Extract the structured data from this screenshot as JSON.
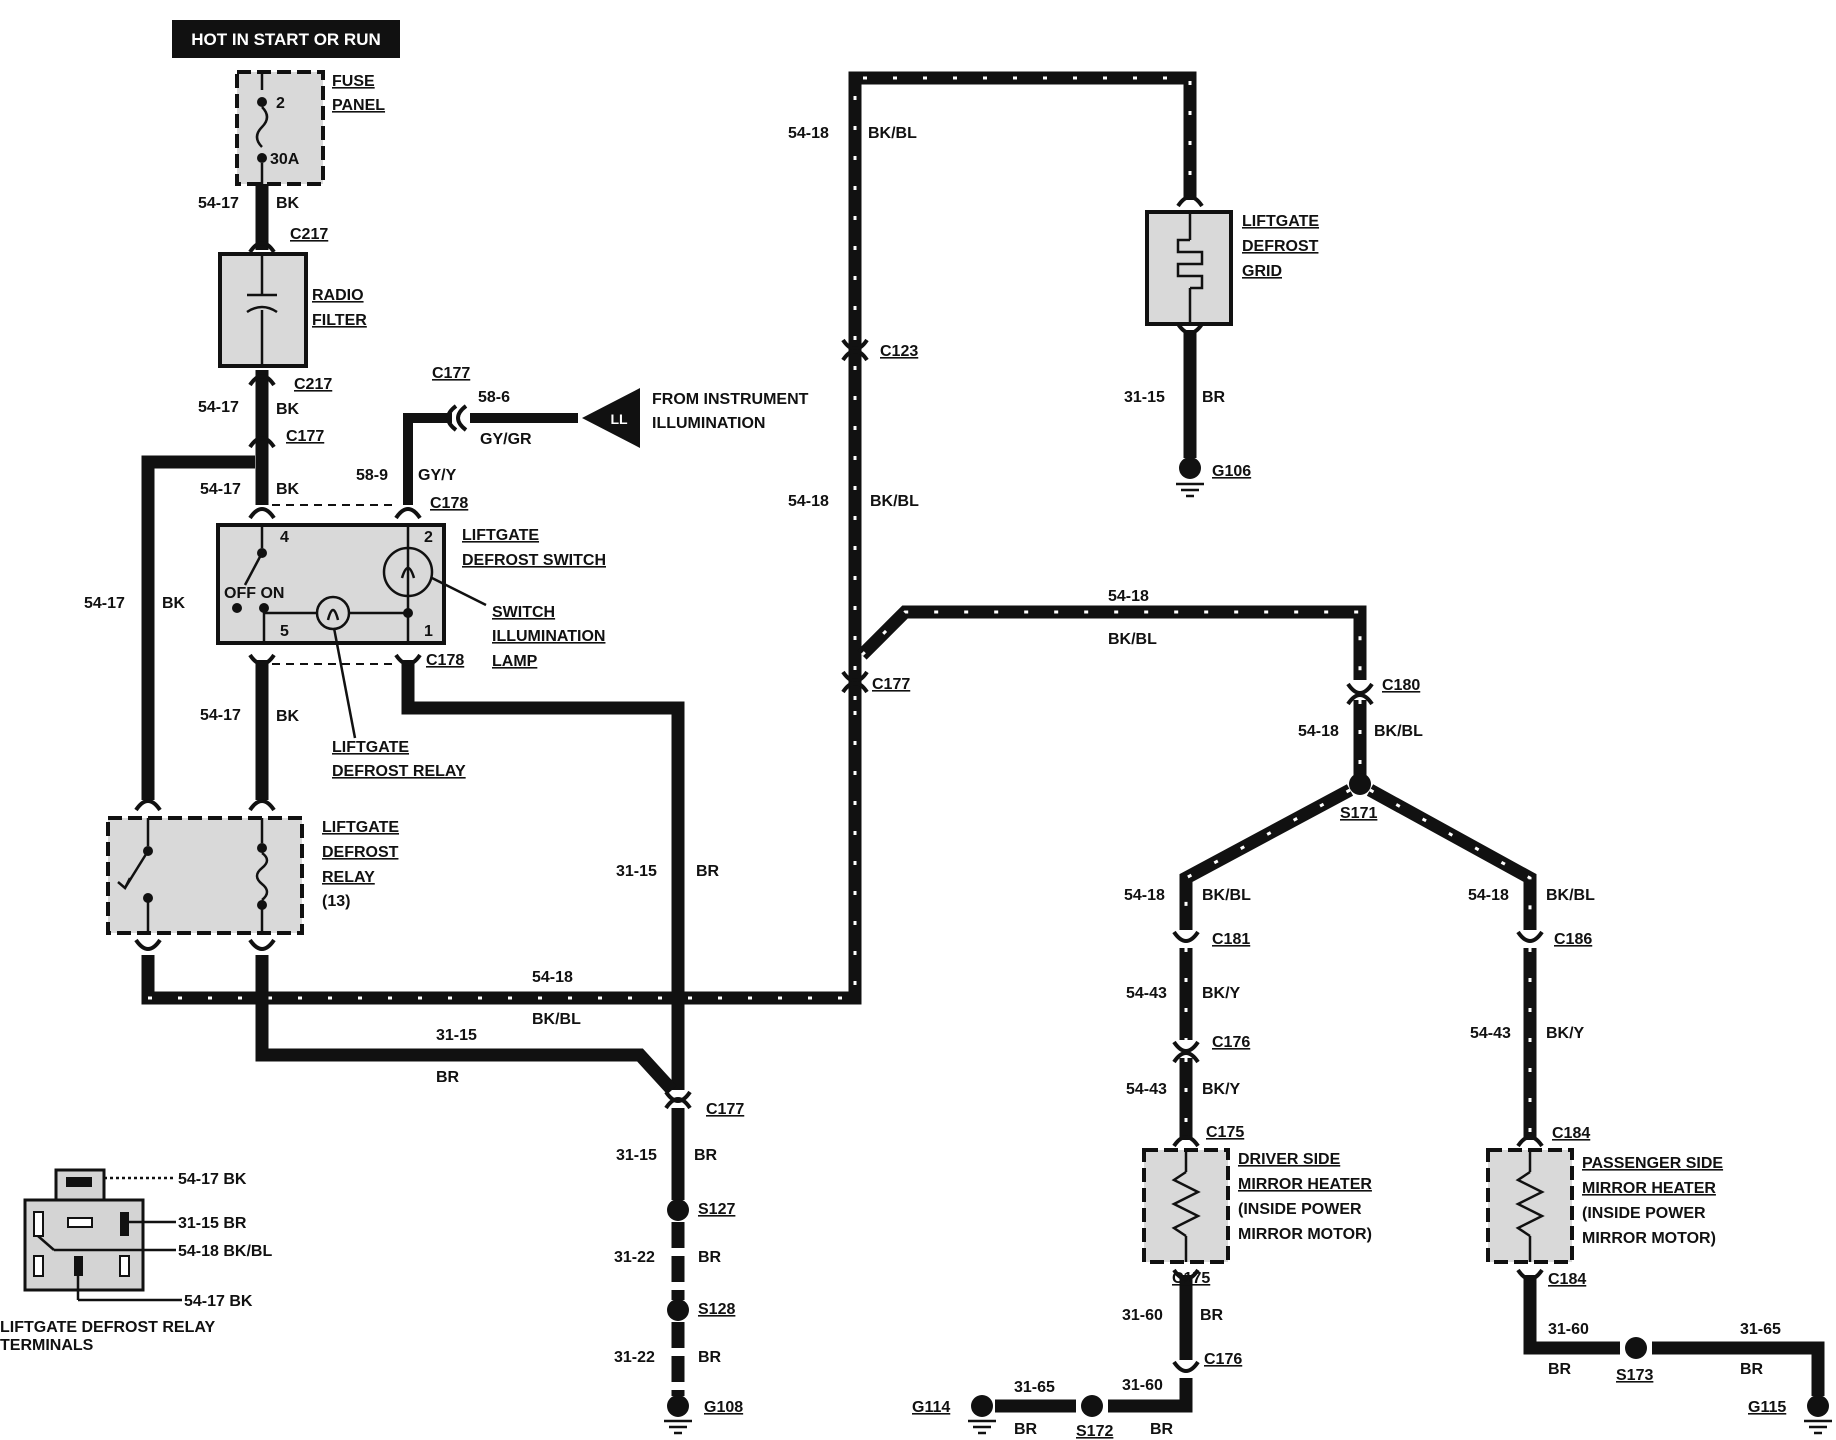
{
  "header": {
    "text": "HOT IN START OR RUN"
  },
  "components": {
    "fuse_panel": [
      "FUSE",
      "PANEL"
    ],
    "fuse_pin": "2",
    "fuse_rating": "30A",
    "radio_filter": [
      "RADIO",
      "FILTER"
    ],
    "switch": [
      "LIFTGATE",
      "DEFROST SWITCH"
    ],
    "switch_lamp": [
      "SWITCH",
      "ILLUMINATION",
      "LAMP"
    ],
    "switch_relay_callout": [
      "LIFTGATE",
      "DEFROST RELAY"
    ],
    "switch_pins": {
      "p4": "4",
      "p2": "2",
      "p5": "5",
      "p1": "1"
    },
    "switch_off_on": "OFF ON",
    "relay": [
      "LIFTGATE",
      "DEFROST",
      "RELAY",
      "(13)"
    ],
    "grid": [
      "LIFTGATE",
      "DEFROST",
      "GRID"
    ],
    "from_ill": [
      "FROM INSTRUMENT",
      "ILLUMINATION"
    ],
    "ll_symbol": "LL",
    "driver_heater": [
      "DRIVER SIDE",
      "MIRROR HEATER",
      "(INSIDE POWER",
      "MIRROR MOTOR)"
    ],
    "passenger_heater": [
      "PASSENGER SIDE",
      "MIRROR HEATER",
      "(INSIDE  POWER",
      "MIRROR  MOTOR)"
    ]
  },
  "connectors": {
    "c217_top": "C217",
    "c217_bot": "C217",
    "c177_a": "C177",
    "c177_ill": "C177",
    "c178_top": "C178",
    "c178_bot": "C178",
    "c123": "C123",
    "c177_right": "C177",
    "c180": "C180",
    "s171": "S171",
    "c181": "C181",
    "c176_a": "C176",
    "c175_a": "C175",
    "c175_b": "C175",
    "c176_b": "C176",
    "c186": "C186",
    "c184_a": "C184",
    "c184_b": "C184",
    "c177_bottom": "C177",
    "s127": "S127",
    "s128": "S128",
    "g108": "G108",
    "g106": "G106",
    "g114": "G114",
    "s172": "S172",
    "s173": "S173",
    "g115": "G115"
  },
  "wires": {
    "w1_c": "54-17",
    "w1_k": "BK",
    "w2_c": "54-17",
    "w2_k": "BK",
    "w3_c": "54-17",
    "w3_k": "BK",
    "w4_c": "54-17",
    "w4_k": "BK",
    "w5_c": "54-17",
    "w5_k": "BK",
    "w6_c": "58-6",
    "w6_k": "GY/GR",
    "w7_c": "58-9",
    "w7_k": "GY/Y",
    "w8_c": "31-15",
    "w8_k": "BR",
    "w9_c": "54-18",
    "w9_k": "BK/BL",
    "w10_c": "31-15",
    "w10_k": "BR",
    "w11_c": "54-18",
    "w11_k": "BK/BL",
    "w12_c": "54-18",
    "w12_k": "BK/BL",
    "w13_c": "31-15",
    "w13_k": "BR",
    "w14_c": "54-18",
    "w14_k": "BK/BL",
    "w15_c": "54-18",
    "w15_k": "BK/BL",
    "w16_c": "54-18",
    "w16_k": "BK/BL",
    "w17_c": "54-18",
    "w17_k": "BK/BL",
    "w18_c": "54-43",
    "w18_k": "BK/Y",
    "w19_c": "54-43",
    "w19_k": "BK/Y",
    "w20_c": "54-43",
    "w20_k": "BK/Y",
    "w21_c": "31-60",
    "w21_k": "BR",
    "w22_c": "31-60",
    "w22_k": "BR",
    "w23_c": "31-65",
    "w23_k": "BR",
    "w24_c": "31-60",
    "w24_k": "BR",
    "w25_c": "31-65",
    "w25_k": "BR",
    "w26_c": "31-15",
    "w26_k": "BR",
    "w27_c": "31-22",
    "w27_k": "BR",
    "w28_c": "31-22",
    "w28_k": "BR"
  },
  "terminals": {
    "title": [
      "LIFTGATE DEFROST RELAY",
      "TERMINALS"
    ],
    "t1": "54-17 BK",
    "t2": "31-15 BR",
    "t3": "54-18 BK/BL",
    "t4": "54-17 BK"
  }
}
